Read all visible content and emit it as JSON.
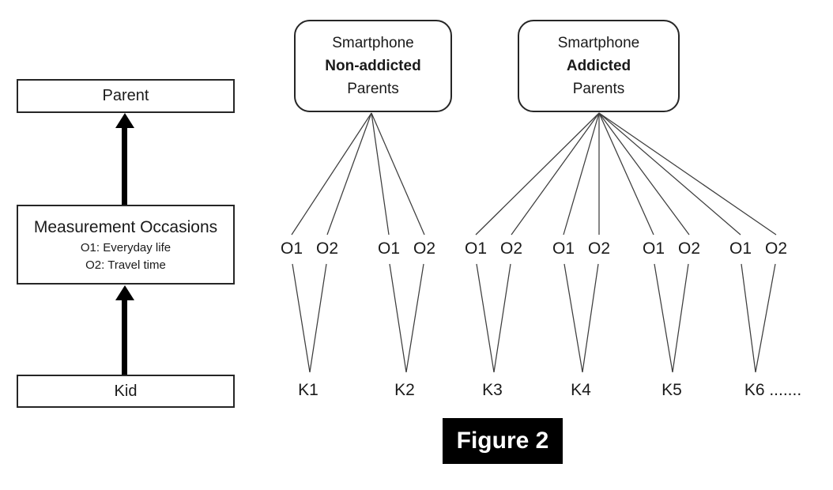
{
  "figure_caption": "Figure 2",
  "left_panel": {
    "parent_label": "Parent",
    "measurement_title": "Measurement Occasions",
    "measurement_lines": [
      "O1: Everyday life",
      "O2: Travel time"
    ],
    "kid_label": "Kid"
  },
  "groups": [
    {
      "box_lines": {
        "top": "Smartphone",
        "emphasis": "Non-addicted",
        "bottom": "Parents"
      },
      "kids": [
        {
          "label": "K1",
          "occasions": [
            "O1",
            "O2"
          ]
        },
        {
          "label": "K2",
          "occasions": [
            "O1",
            "O2"
          ]
        }
      ]
    },
    {
      "box_lines": {
        "top": "Smartphone",
        "emphasis": "Addicted",
        "bottom": "Parents"
      },
      "kids": [
        {
          "label": "K3",
          "occasions": [
            "O1",
            "O2"
          ]
        },
        {
          "label": "K4",
          "occasions": [
            "O1",
            "O2"
          ]
        },
        {
          "label": "K5",
          "occasions": [
            "O1",
            "O2"
          ]
        },
        {
          "label": "K6 .......",
          "occasions": [
            "O1",
            "O2"
          ]
        }
      ]
    }
  ],
  "colors": {
    "line": "#3d3d3d",
    "border": "#262626",
    "text": "#1a1a1a",
    "arrow": "#000000",
    "caption_bg": "#000000",
    "caption_text": "#ffffff"
  }
}
